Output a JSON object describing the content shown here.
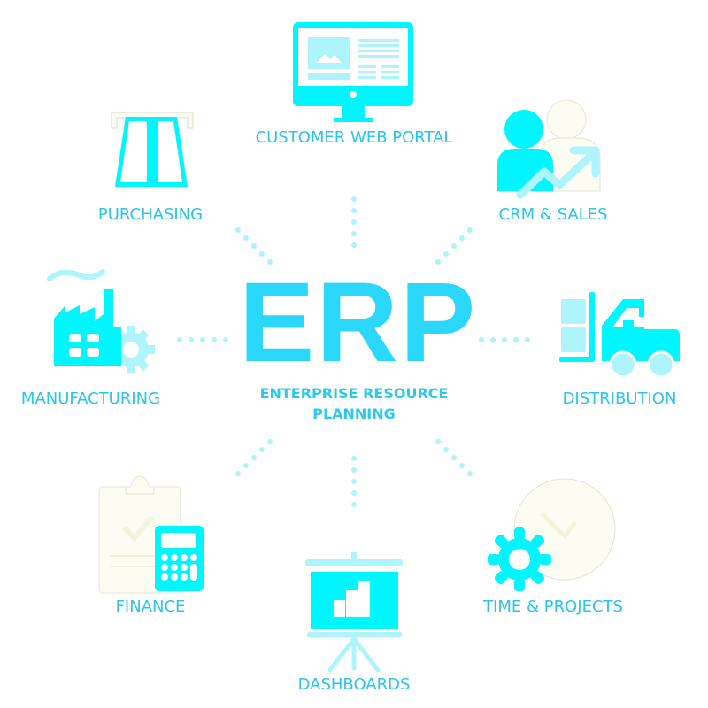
{
  "center": {
    "title": "ERP",
    "subtitle_line1": "ENTERPRISE RESOURCE",
    "subtitle_line2": "PLANNING"
  },
  "modules": [
    {
      "id": "customer-web-portal",
      "label": "CUSTOMER WEB PORTAL",
      "icon": "monitor-icon",
      "position": "top"
    },
    {
      "id": "crm-sales",
      "label": "CRM & SALES",
      "icon": "users-growth-icon",
      "position": "top-right"
    },
    {
      "id": "distribution",
      "label": "DISTRIBUTION",
      "icon": "forklift-icon",
      "position": "right"
    },
    {
      "id": "time-projects",
      "label": "TIME & PROJECTS",
      "icon": "clock-gear-icon",
      "position": "bottom-right"
    },
    {
      "id": "dashboards",
      "label": "DASHBOARDS",
      "icon": "presentation-chart-icon",
      "position": "bottom"
    },
    {
      "id": "finance",
      "label": "FINANCE",
      "icon": "clipboard-calculator-icon",
      "position": "bottom-left"
    },
    {
      "id": "manufacturing",
      "label": "MANUFACTURING",
      "icon": "factory-icon",
      "position": "left"
    },
    {
      "id": "purchasing",
      "label": "PURCHASING",
      "icon": "card-payment-icon",
      "position": "top-left"
    }
  ],
  "colors": {
    "primary_cyan": "#00f6ff",
    "light_cyan": "#aef4fd",
    "label_blue": "#2ac5ea",
    "title_blue": "#2bd8fb",
    "faint_cream": "#fdfcf2"
  }
}
